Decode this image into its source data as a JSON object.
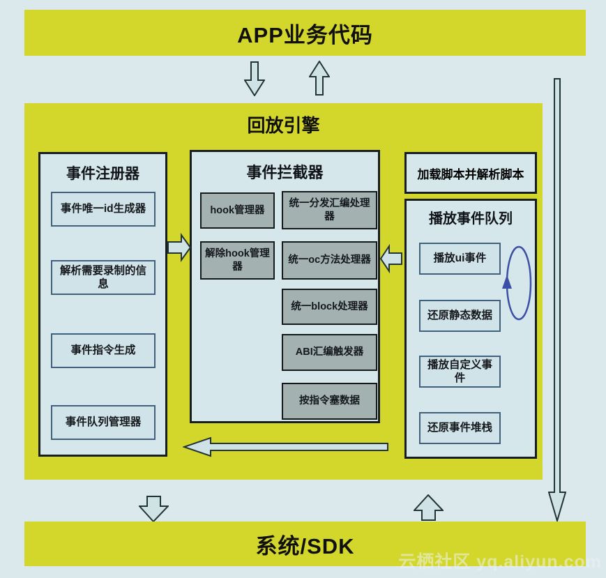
{
  "top_banner": {
    "label": "APP业务代码"
  },
  "engine": {
    "title": "回放引擎",
    "registrar": {
      "title": "事件注册器",
      "items": [
        "事件唯一id生成器",
        "解析需要录制的信息",
        "事件指令生成",
        "事件队列管理器"
      ]
    },
    "interceptor": {
      "title": "事件拦截器",
      "hook_items": [
        "hook管理器",
        "解除hook管理器"
      ],
      "handler_items": [
        "统一分发汇编处理器",
        "统一oc方法处理器",
        "统一block处理器",
        "ABI汇编触发器",
        "按指令塞数据"
      ]
    },
    "script_loader": {
      "label": "加载脚本并解析脚本"
    },
    "player": {
      "title": "播放事件队列",
      "items": [
        "播放ui事件",
        "还原静态数据",
        "播放自定义事件",
        "还原事件堆栈"
      ]
    }
  },
  "bottom_banner": {
    "label": "系统/SDK"
  },
  "watermark": {
    "label": "云栖社区 yq.aliyun.com"
  },
  "colors": {
    "banner_yellow": "#d3d72b",
    "panel_blue": "#d5e7ea",
    "sub_box_blue": "#d0e3e8",
    "sub_box_gray": "#a3b1b1",
    "arrow_fill": "#cfe3e6",
    "loop_stroke": "#3b4fa5",
    "background": "#dce9ec"
  }
}
